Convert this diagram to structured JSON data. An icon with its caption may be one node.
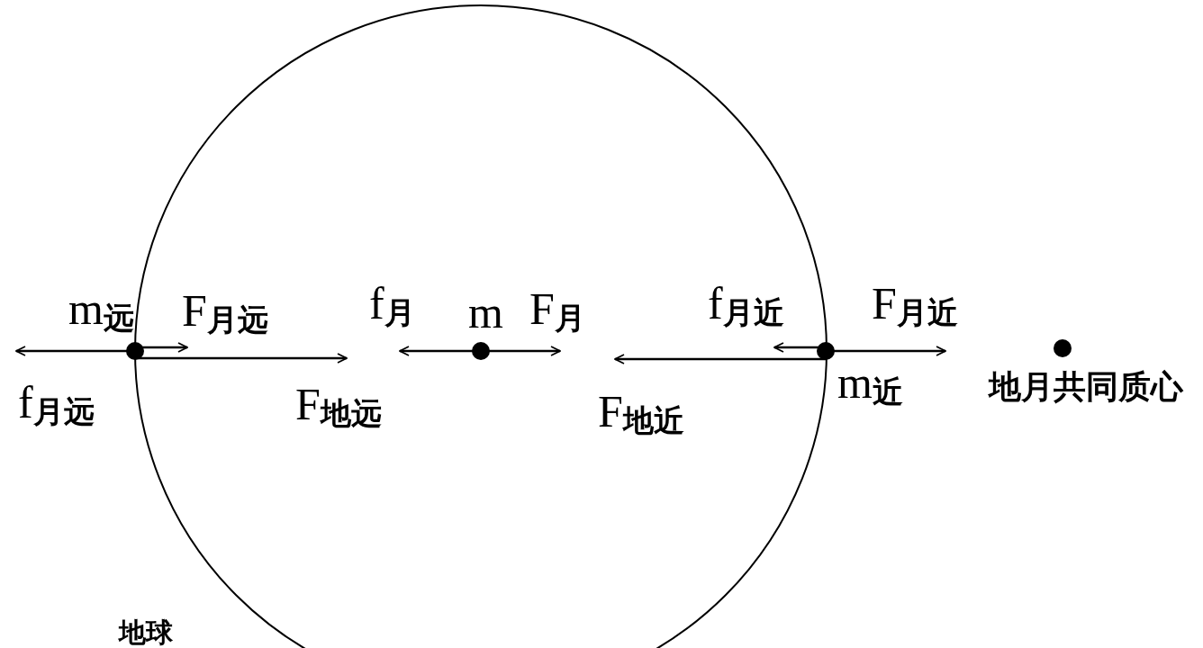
{
  "diagram": {
    "labels": [
      "m$_{远}$",
      "F$_{月远}$",
      "f$_{月}$",
      "m",
      "F$_{月}$",
      "f$_{月近}$",
      "F$_{月近}$",
      "m$_{近}$",
      "f$_{月远}$",
      "F$_{地远}$",
      "F$_{地近}$",
      "地月共同质心",
      "地球"
    ]
  }
}
